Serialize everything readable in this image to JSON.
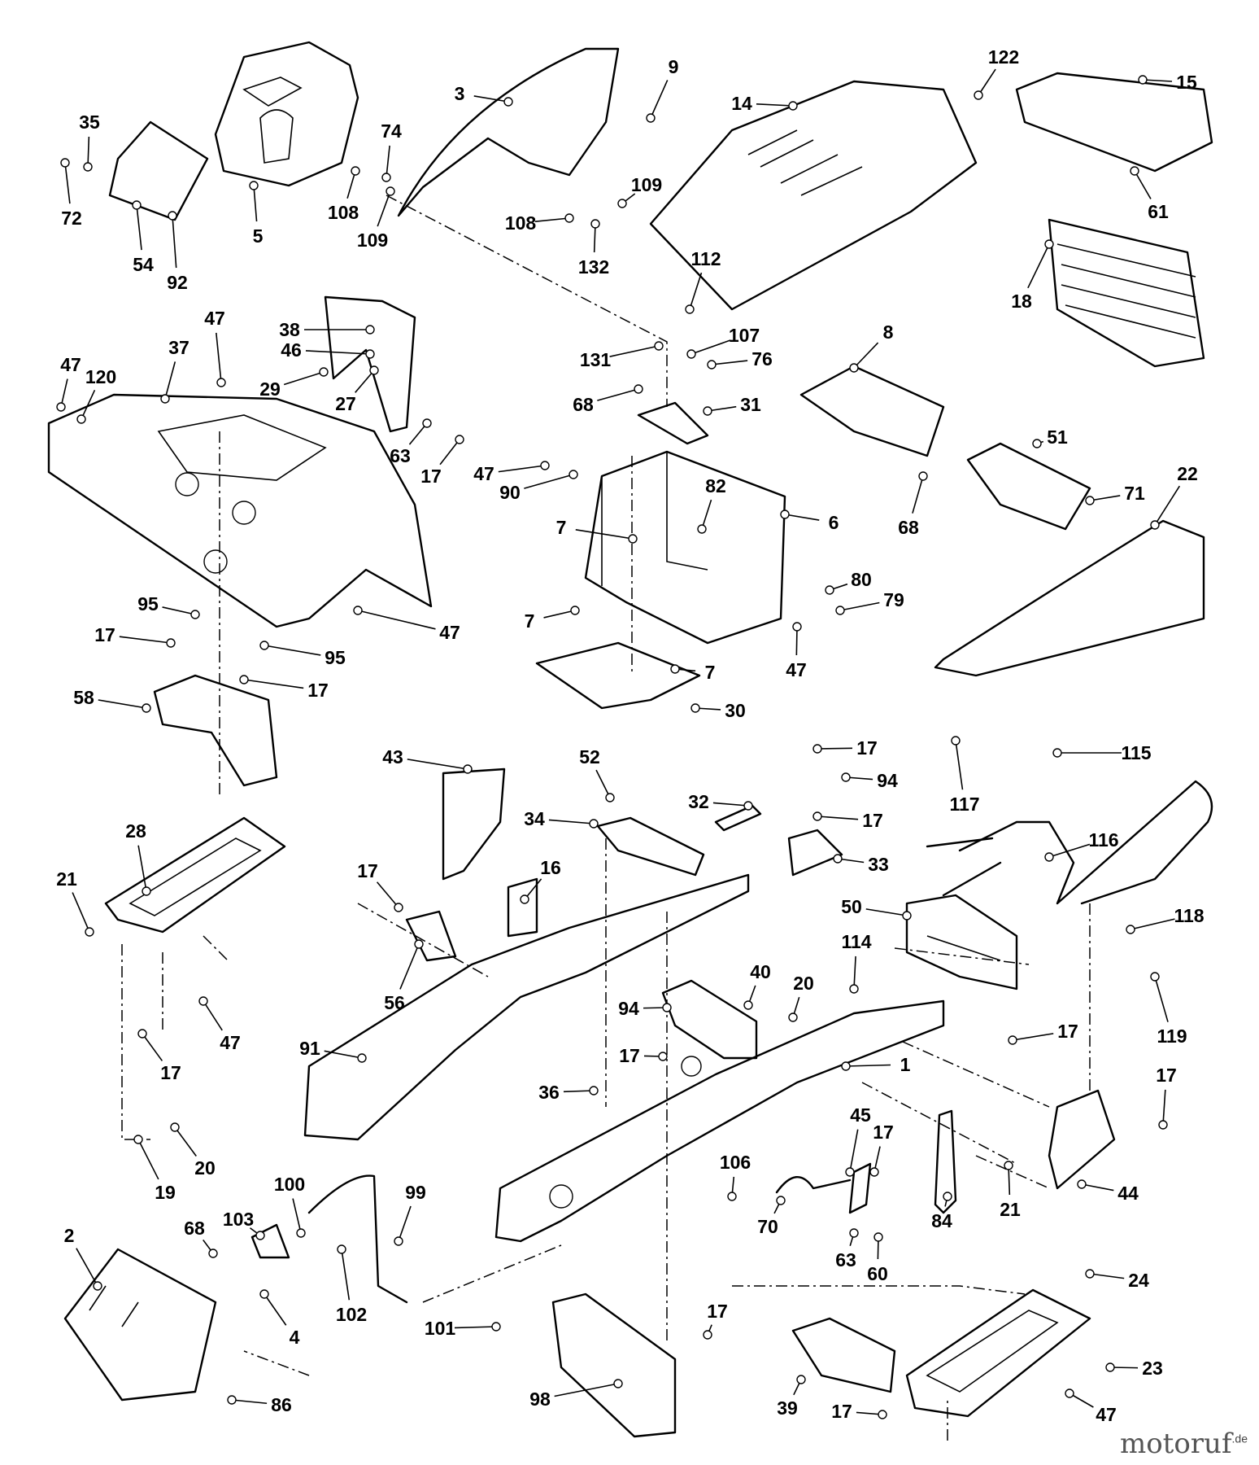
{
  "labels": [
    "1",
    "2",
    "3",
    "4",
    "5",
    "6",
    "7",
    "8",
    "9",
    "14",
    "15",
    "16",
    "17",
    "18",
    "19",
    "20",
    "21",
    "22",
    "23",
    "24",
    "27",
    "28",
    "29",
    "30",
    "31",
    "32",
    "33",
    "34",
    "35",
    "36",
    "37",
    "38",
    "39",
    "40",
    "43",
    "44",
    "45",
    "46",
    "47",
    "50",
    "51",
    "52",
    "54",
    "56",
    "58",
    "60",
    "61",
    "63",
    "68",
    "70",
    "71",
    "72",
    "74",
    "76",
    "79",
    "80",
    "82",
    "84",
    "86",
    "90",
    "91",
    "92",
    "94",
    "95",
    "98",
    "99",
    "100",
    "101",
    "102",
    "103",
    "106",
    "107",
    "108",
    "109",
    "112",
    "114",
    "115",
    "116",
    "117",
    "118",
    "119",
    "120",
    "122",
    "131",
    "132"
  ],
  "watermark": {
    "name": "motoruf",
    "suffix": ".de"
  }
}
